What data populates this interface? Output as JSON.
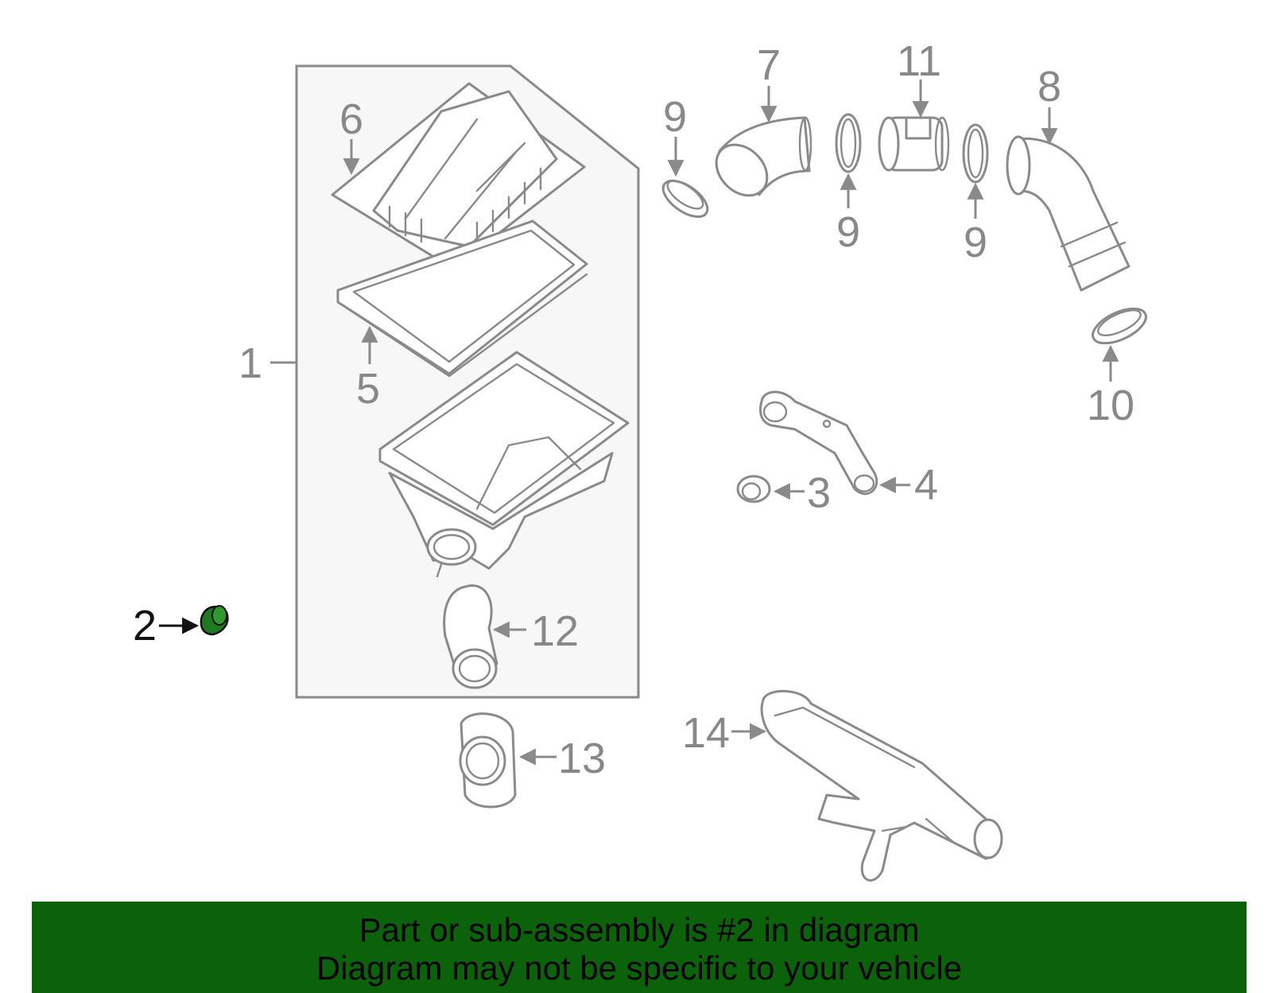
{
  "diagram": {
    "colors": {
      "line": "#8a8a8a",
      "panel": "#f7f7f7",
      "highlight_part": "#1f7a1f",
      "banner": "#0b620b"
    },
    "callouts": {
      "c1": "1",
      "c2": "2",
      "c3": "3",
      "c4": "4",
      "c5": "5",
      "c6": "6",
      "c7": "7",
      "c8": "8",
      "c9a": "9",
      "c9b": "9",
      "c9c": "9",
      "c10": "10",
      "c11": "11",
      "c12": "12",
      "c13": "13",
      "c14": "14"
    }
  },
  "banner": {
    "line1": "Part or sub-assembly is #2 in diagram",
    "line2": "Diagram may not be specific to your vehicle"
  }
}
